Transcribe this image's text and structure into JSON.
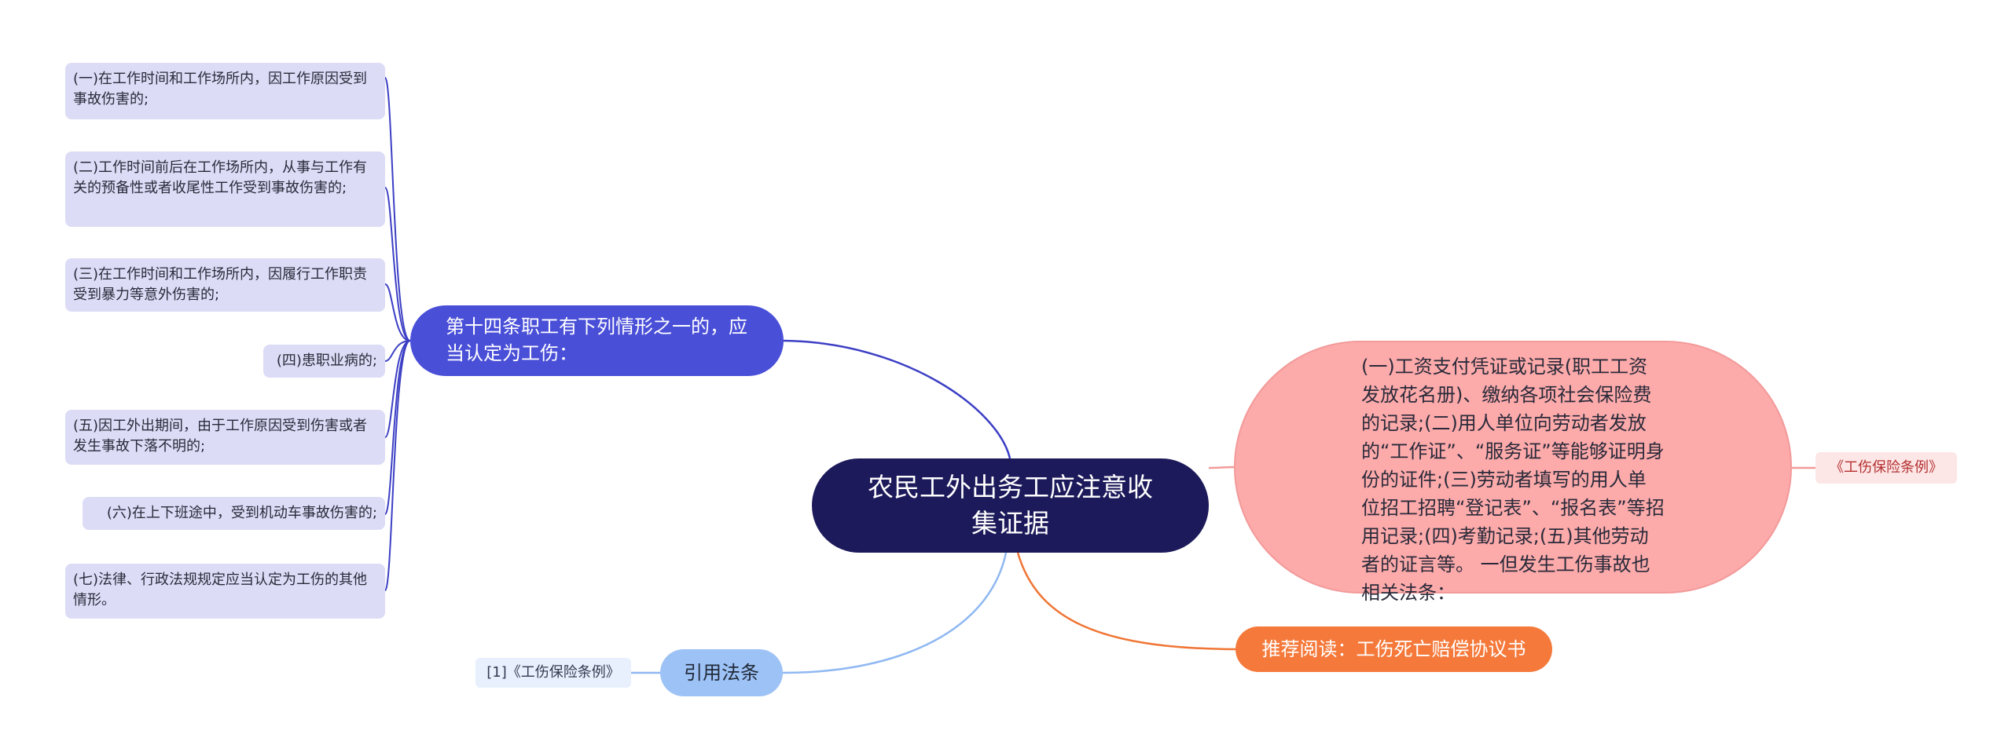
{
  "root": {
    "label": "农民工外出务工应注意收集证据"
  },
  "article14": {
    "label": "第十四条职工有下列情形之一的，应当认定为工伤：",
    "items": [
      "(一)在工作时间和工作场所内，因工作原因受到事故伤害的;",
      "(二)工作时间前后在工作场所内，从事与工作有关的预备性或者收尾性工作受到事故伤害的;",
      "(三)在工作时间和工作场所内，因履行工作职责受到暴力等意外伤害的;",
      "(四)患职业病的;",
      "(五)因工外出期间，由于工作原因受到伤害或者发生事故下落不明的;",
      "(六)在上下班途中，受到机动车事故伤害的;",
      "(七)法律、行政法规规定应当认定为工伤的其他情形。"
    ]
  },
  "evidence": {
    "text": "(一)工资支付凭证或记录(职工工资发放花名册)、缴纳各项社会保险费的记录;(二)用人单位向劳动者发放的“工作证”、“服务证”等能够证明身份的证件;(三)劳动者填写的用人单位招工招聘“登记表”、“报名表”等招用记录;(四)考勤记录;(五)其他劳动者的证言等。 一但发生工伤事故也相关法条：",
    "child": "《工伤保险条例》"
  },
  "recommend": {
    "label": "推荐阅读：工伤死亡赔偿协议书"
  },
  "citation": {
    "label": "引用法条",
    "child": "[1]《工伤保险条例》"
  },
  "colors": {
    "root": "#1c1a5a",
    "article14": "#4a4fd8",
    "leaf": "#dcdcf7",
    "evidence": "#fcaaaa",
    "recommend": "#f5793a",
    "citation": "#9dc2f6"
  }
}
